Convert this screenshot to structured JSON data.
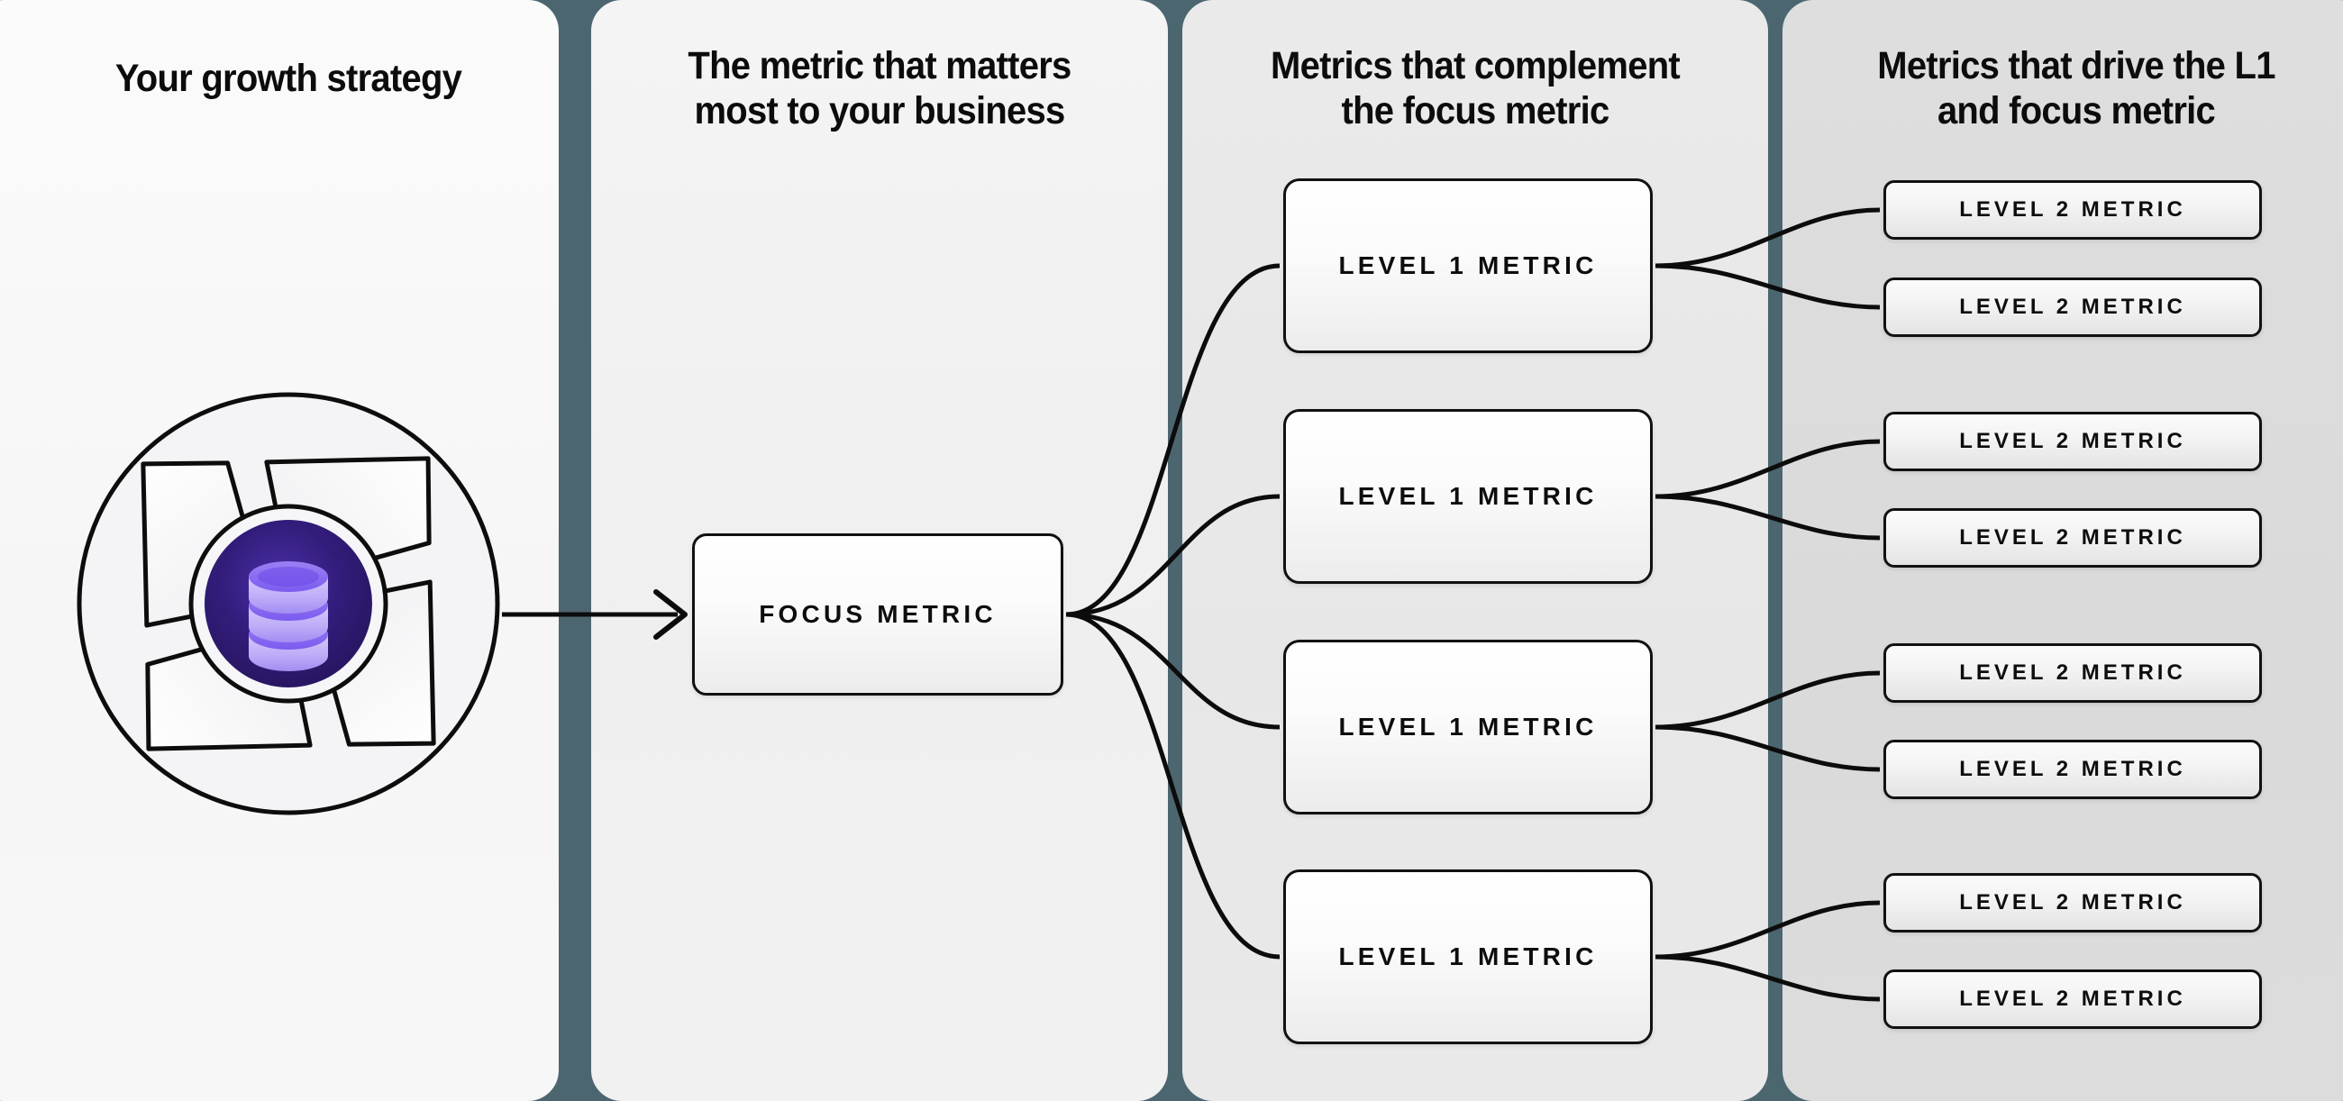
{
  "columns": [
    {
      "id": "strategy",
      "title": "Your growth strategy"
    },
    {
      "id": "focus",
      "title": "The metric that matters\nmost to your business"
    },
    {
      "id": "complement",
      "title": "Metrics that complement\nthe focus metric"
    },
    {
      "id": "drivers",
      "title": "Metrics that drive the L1\nand focus metric"
    }
  ],
  "logo": {
    "name": "aperture-database-logo",
    "icon": "database-icon",
    "outer_shape": "aperture-blades",
    "core_color": "#2b1a66",
    "icon_color": "#b9a8f5",
    "icon_accent": "#7c5cf0"
  },
  "focus_node": {
    "label": "FOCUS METRIC"
  },
  "level1_nodes": [
    {
      "label": "LEVEL 1 METRIC"
    },
    {
      "label": "LEVEL 1 METRIC"
    },
    {
      "label": "LEVEL 1 METRIC"
    },
    {
      "label": "LEVEL 1 METRIC"
    }
  ],
  "level2_nodes": [
    {
      "label": "LEVEL 2 METRIC"
    },
    {
      "label": "LEVEL 2 METRIC"
    },
    {
      "label": "LEVEL 2 METRIC"
    },
    {
      "label": "LEVEL 2 METRIC"
    },
    {
      "label": "LEVEL 2 METRIC"
    },
    {
      "label": "LEVEL 2 METRIC"
    },
    {
      "label": "LEVEL 2 METRIC"
    },
    {
      "label": "LEVEL 2 METRIC"
    }
  ],
  "colors": {
    "background_divider": "#4c6670",
    "panel_1": "#f7f7f7",
    "panel_2": "#f1f1f1",
    "panel_3": "#e9e9e9",
    "panel_4": "#dcdcdc",
    "node_border": "#111111",
    "connector": "#0c0c0c",
    "text": "#0c0c0c"
  }
}
